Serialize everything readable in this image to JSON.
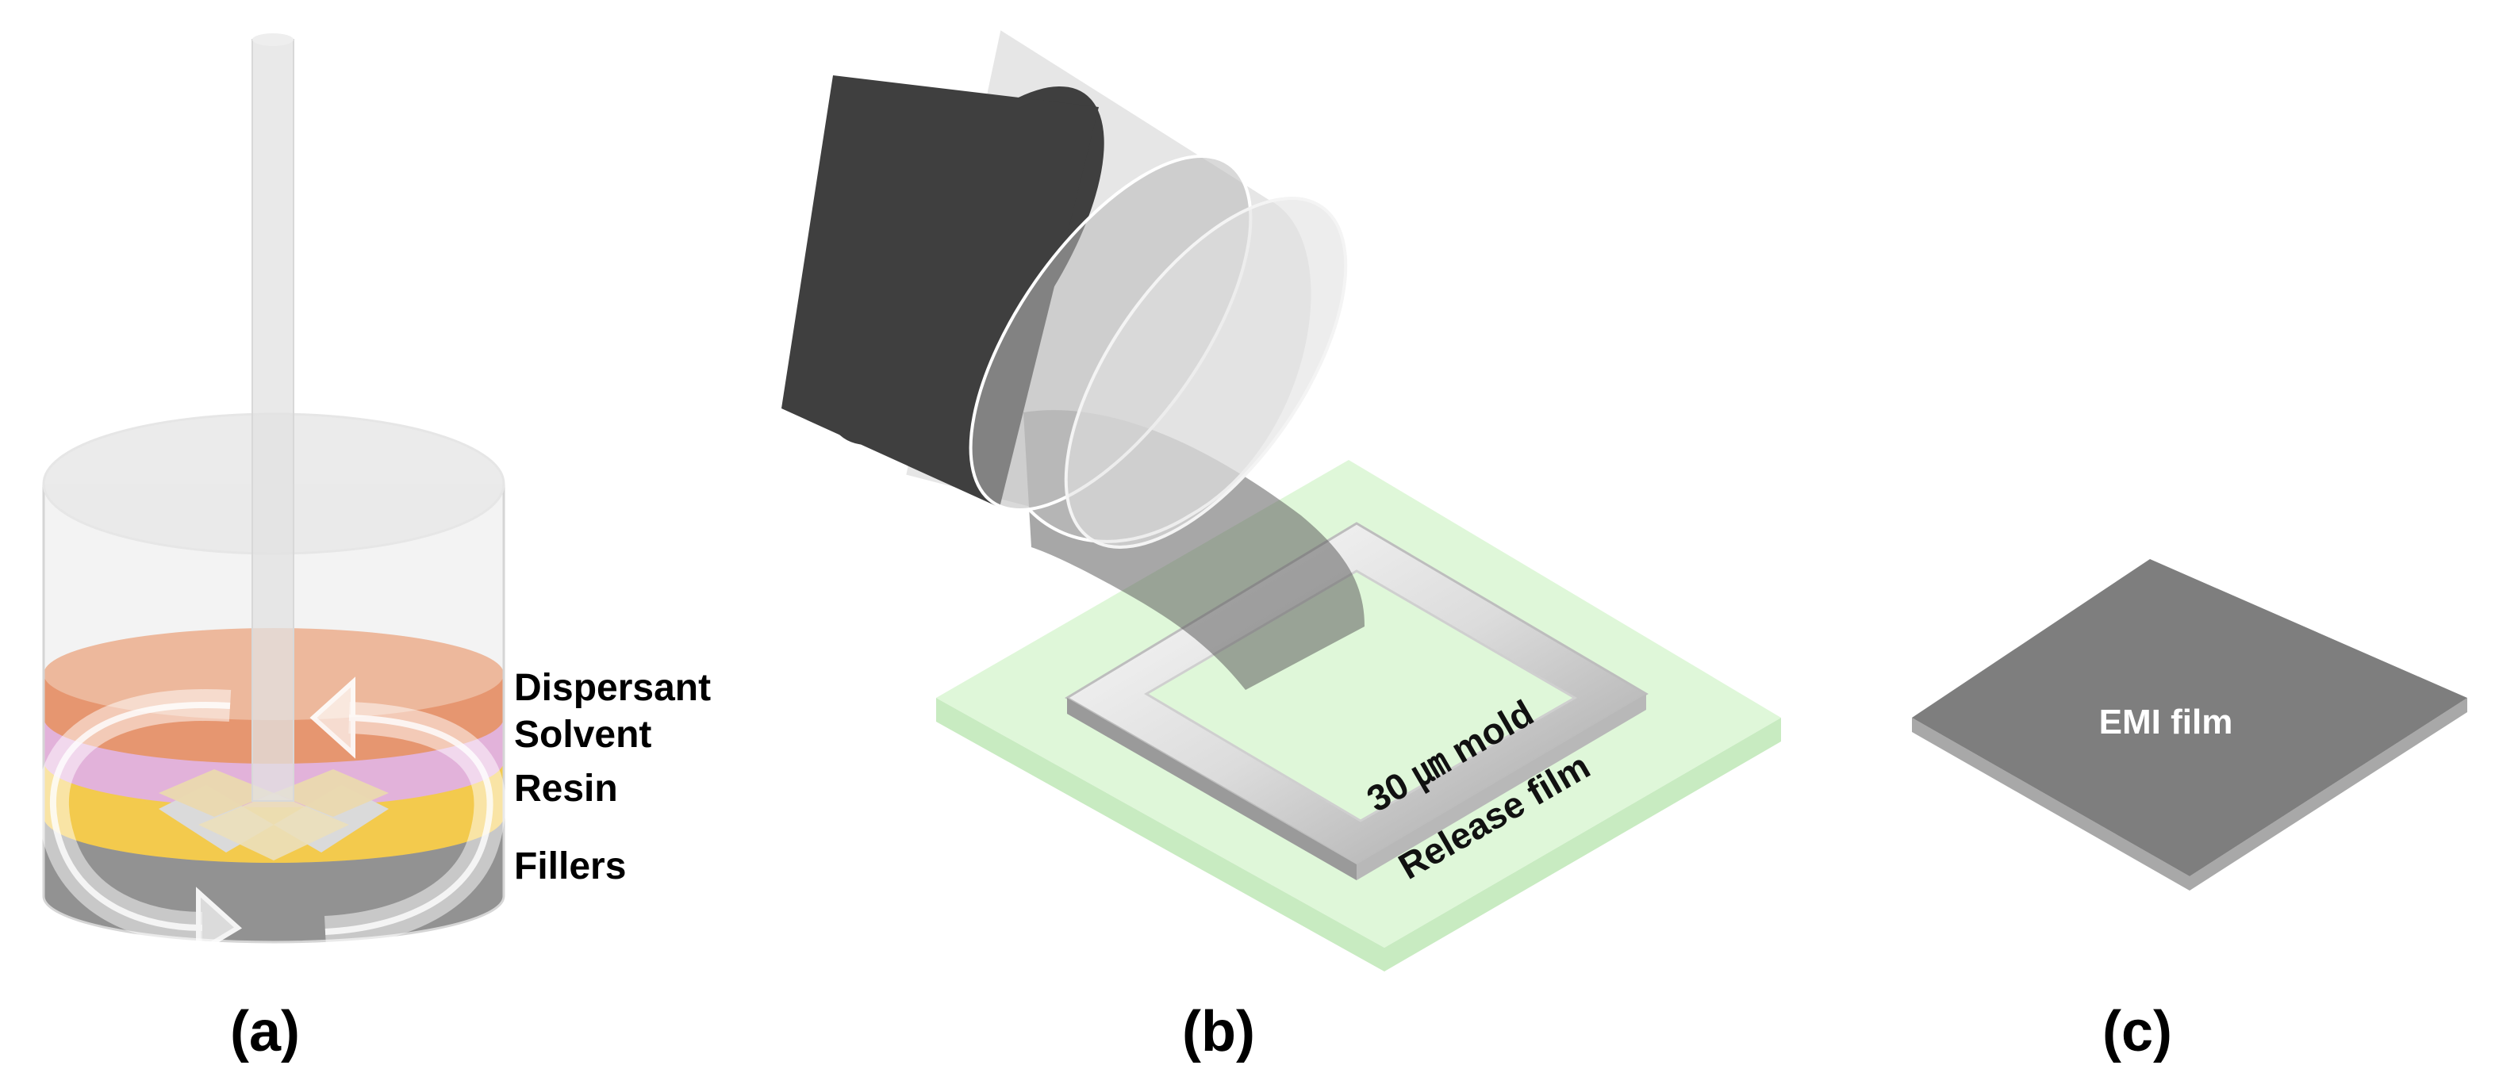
{
  "panel_a": {
    "caption": "(a)",
    "layers": {
      "dispersant": "Dispersant",
      "solvent": "Solvent",
      "resin": "Resin",
      "fillers": "Fillers"
    },
    "colors": {
      "dispersant": "#ec7136",
      "solvent": "#e59bd9",
      "resin": "#ffc000",
      "fillers": "#6a6a6a",
      "impeller": "#f2d897"
    }
  },
  "panel_b": {
    "caption": "(b)",
    "mold_label": "30 ㎛ mold",
    "release_film_label": "Release film",
    "colors": {
      "release_film": "#dff7d9",
      "mold": "#e2e2e2",
      "roller_end": "#3f3f3f"
    }
  },
  "panel_c": {
    "caption": "(c)",
    "film_label": "EMI film",
    "colors": {
      "film_top": "#7e7e7e",
      "film_edge": "#a8a8a8"
    }
  }
}
